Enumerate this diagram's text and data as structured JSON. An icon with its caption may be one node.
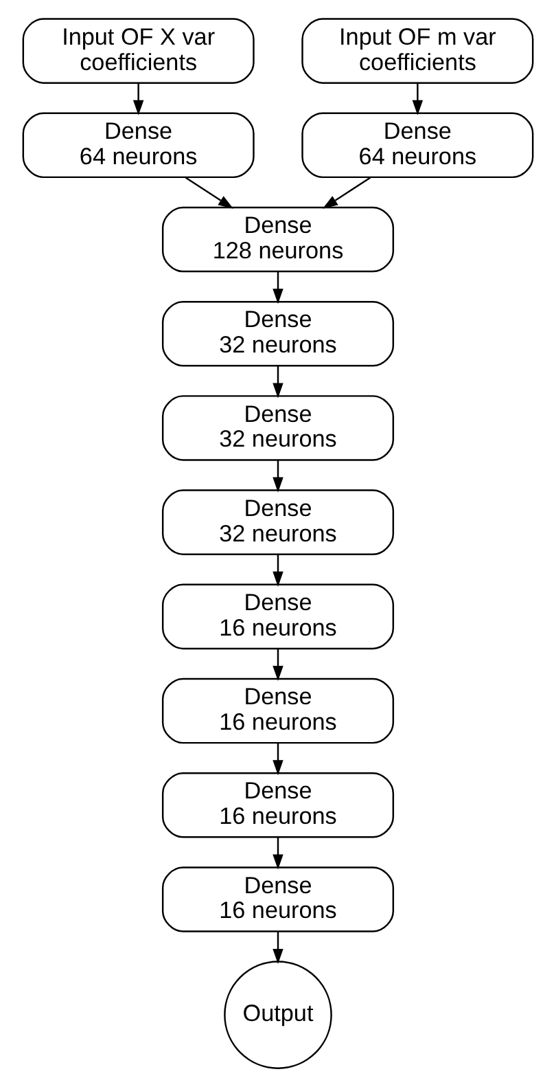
{
  "diagram": {
    "nodes": [
      {
        "text": [
          "Input OF X var coefficients"
        ]
      },
      {
        "text": [
          "Input OF m var coefficients"
        ]
      },
      {
        "text": [
          "Dense",
          "64 neurons"
        ]
      },
      {
        "text": [
          "Dense",
          "64 neurons"
        ]
      },
      {
        "text": [
          "Dense",
          "128 neurons"
        ]
      },
      {
        "text": [
          "Dense",
          "32 neurons"
        ]
      },
      {
        "text": [
          "Dense",
          "32 neurons"
        ]
      },
      {
        "text": [
          "Dense",
          "32 neurons"
        ]
      },
      {
        "text": [
          "Dense",
          "16 neurons"
        ]
      },
      {
        "text": [
          "Dense",
          "16 neurons"
        ]
      },
      {
        "text": [
          "Dense",
          "16 neurons"
        ]
      },
      {
        "text": [
          "Dense",
          "16 neurons"
        ]
      },
      {
        "text": [
          "Output"
        ]
      }
    ],
    "edges": [
      {
        "from": 0,
        "to": 2,
        "arrow": "to"
      },
      {
        "from": 1,
        "to": 3,
        "arrow": "to"
      },
      {
        "from": 2,
        "to": 4,
        "arrow": "to"
      },
      {
        "from": 3,
        "to": 4,
        "arrow": "to"
      },
      {
        "from": 4,
        "to": 5,
        "arrow": "to"
      },
      {
        "from": 5,
        "to": 6,
        "arrow": "to"
      },
      {
        "from": 6,
        "to": 7,
        "arrow": "to"
      },
      {
        "from": 7,
        "to": 8,
        "arrow": "to"
      },
      {
        "from": 8,
        "to": 9,
        "arrow": "to"
      },
      {
        "from": 9,
        "to": 10,
        "arrow": "to"
      },
      {
        "from": 10,
        "to": 11,
        "arrow": "to"
      },
      {
        "from": 11,
        "to": 12,
        "arrow": "to"
      }
    ]
  }
}
